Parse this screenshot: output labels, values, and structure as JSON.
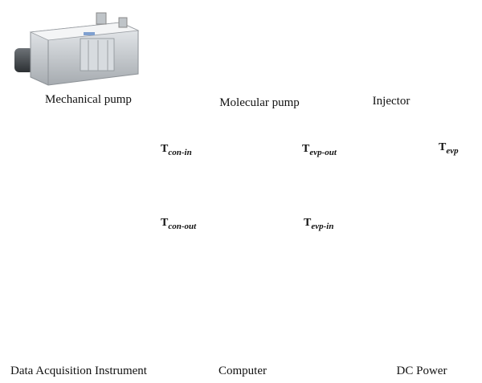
{
  "equipment": {
    "mechanical_pump": "Mechanical pump",
    "molecular_pump": "Molecular pump",
    "injector": "Injector",
    "daq": "Data Acquisition Instrument",
    "computer": "Computer",
    "dc_power": "DC Power"
  },
  "sensors": {
    "con_in": {
      "main": "T",
      "sub": "con-in"
    },
    "con_out": {
      "main": "T",
      "sub": "con-out"
    },
    "evp_out": {
      "main": "T",
      "sub": "evp-out"
    },
    "evp_in": {
      "main": "T",
      "sub": "evp-in"
    },
    "evp": {
      "main": "T",
      "sub": "evp"
    }
  },
  "colors": {
    "copper": "#F2B21B",
    "copper_dark": "#C98A00",
    "arrow_fill": "#9DB4DE",
    "arrow_stroke": "#5F7FB8",
    "wire_red": "#D0021B",
    "wire_black": "#222222"
  },
  "icons": [
    "mechanical-pump-icon",
    "molecular-pump-icon",
    "syringe-icon",
    "daq-instrument-icon",
    "computer-icon",
    "dc-power-supply-icon"
  ]
}
